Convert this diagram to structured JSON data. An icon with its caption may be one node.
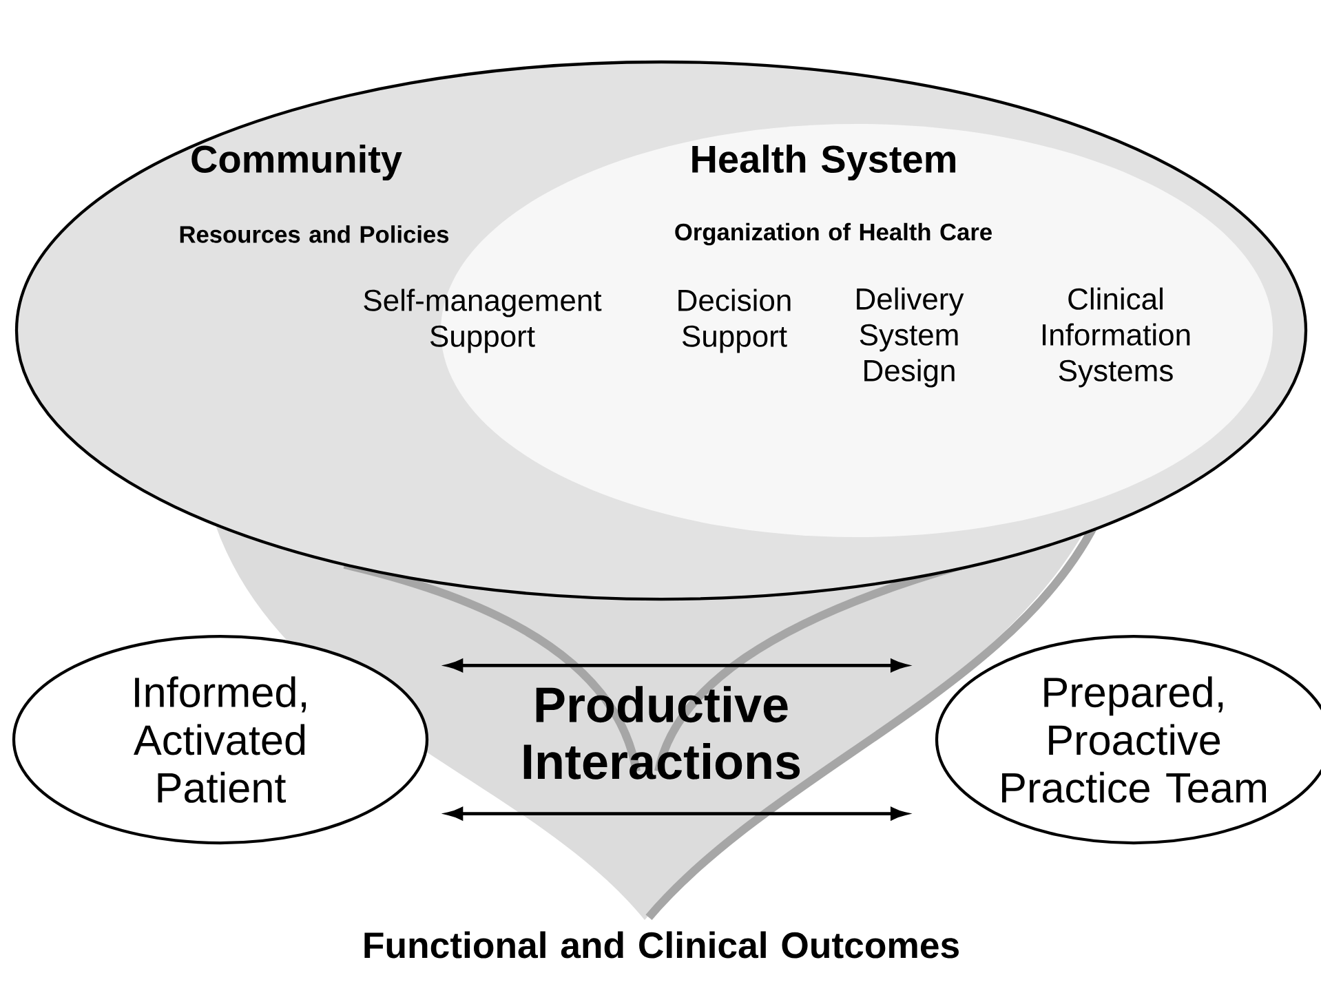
{
  "diagram": {
    "nodes": [
      {
        "text": [
          "Community",
          "Resources and Policies"
        ]
      },
      {
        "text": [
          "Health System",
          "Organization of Health Care",
          "Self-management Support",
          "Decision Support",
          "Delivery System Design",
          "Clinical Information Systems"
        ],
        "in": 0
      },
      {
        "text": [
          "Informed, Activated Patient"
        ]
      },
      {
        "text": [
          "Prepared, Proactive Practice Team"
        ]
      }
    ],
    "edges": [
      {
        "from": 2,
        "to": 3,
        "arrow": "both"
      },
      {
        "from": 2,
        "to": 3,
        "arrow": "both"
      }
    ],
    "labels": [
      "Productive Interactions",
      "Functional and Clinical Outcomes"
    ]
  }
}
